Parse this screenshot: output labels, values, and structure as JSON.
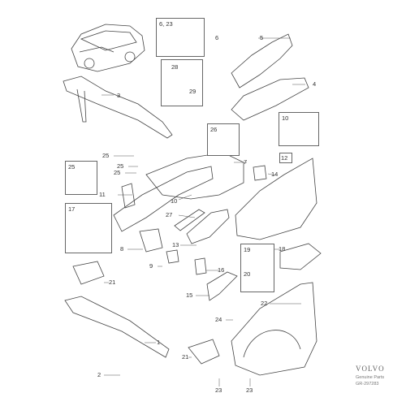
{
  "callouts": {
    "c1": "1",
    "c2": "2",
    "c3": "3",
    "c4": "4",
    "c5": "5",
    "c6": "6",
    "c7": "7",
    "c8": "8",
    "c9": "9",
    "c10": "10",
    "c11": "11",
    "c12": "12",
    "c13": "13",
    "c14": "14",
    "c15": "15",
    "c16": "16",
    "c17": "17",
    "c18": "18",
    "c21a": "21",
    "c21b": "21",
    "c22": "22",
    "c23a": "23",
    "c23b": "23",
    "c24": "24",
    "c25a": "25",
    "c25b": "25",
    "c25c": "25",
    "c27": "27"
  },
  "boxes": {
    "b623": "6, 23",
    "b28": "28",
    "b29": "29",
    "b26": "26",
    "b10": "10",
    "b12": "12",
    "b25": "25",
    "b17": "17",
    "b19": "19",
    "b20": "20"
  },
  "brand": {
    "logo": "VOLVO",
    "sub1": "Genuine Parts",
    "sub2": "GR-297283"
  }
}
